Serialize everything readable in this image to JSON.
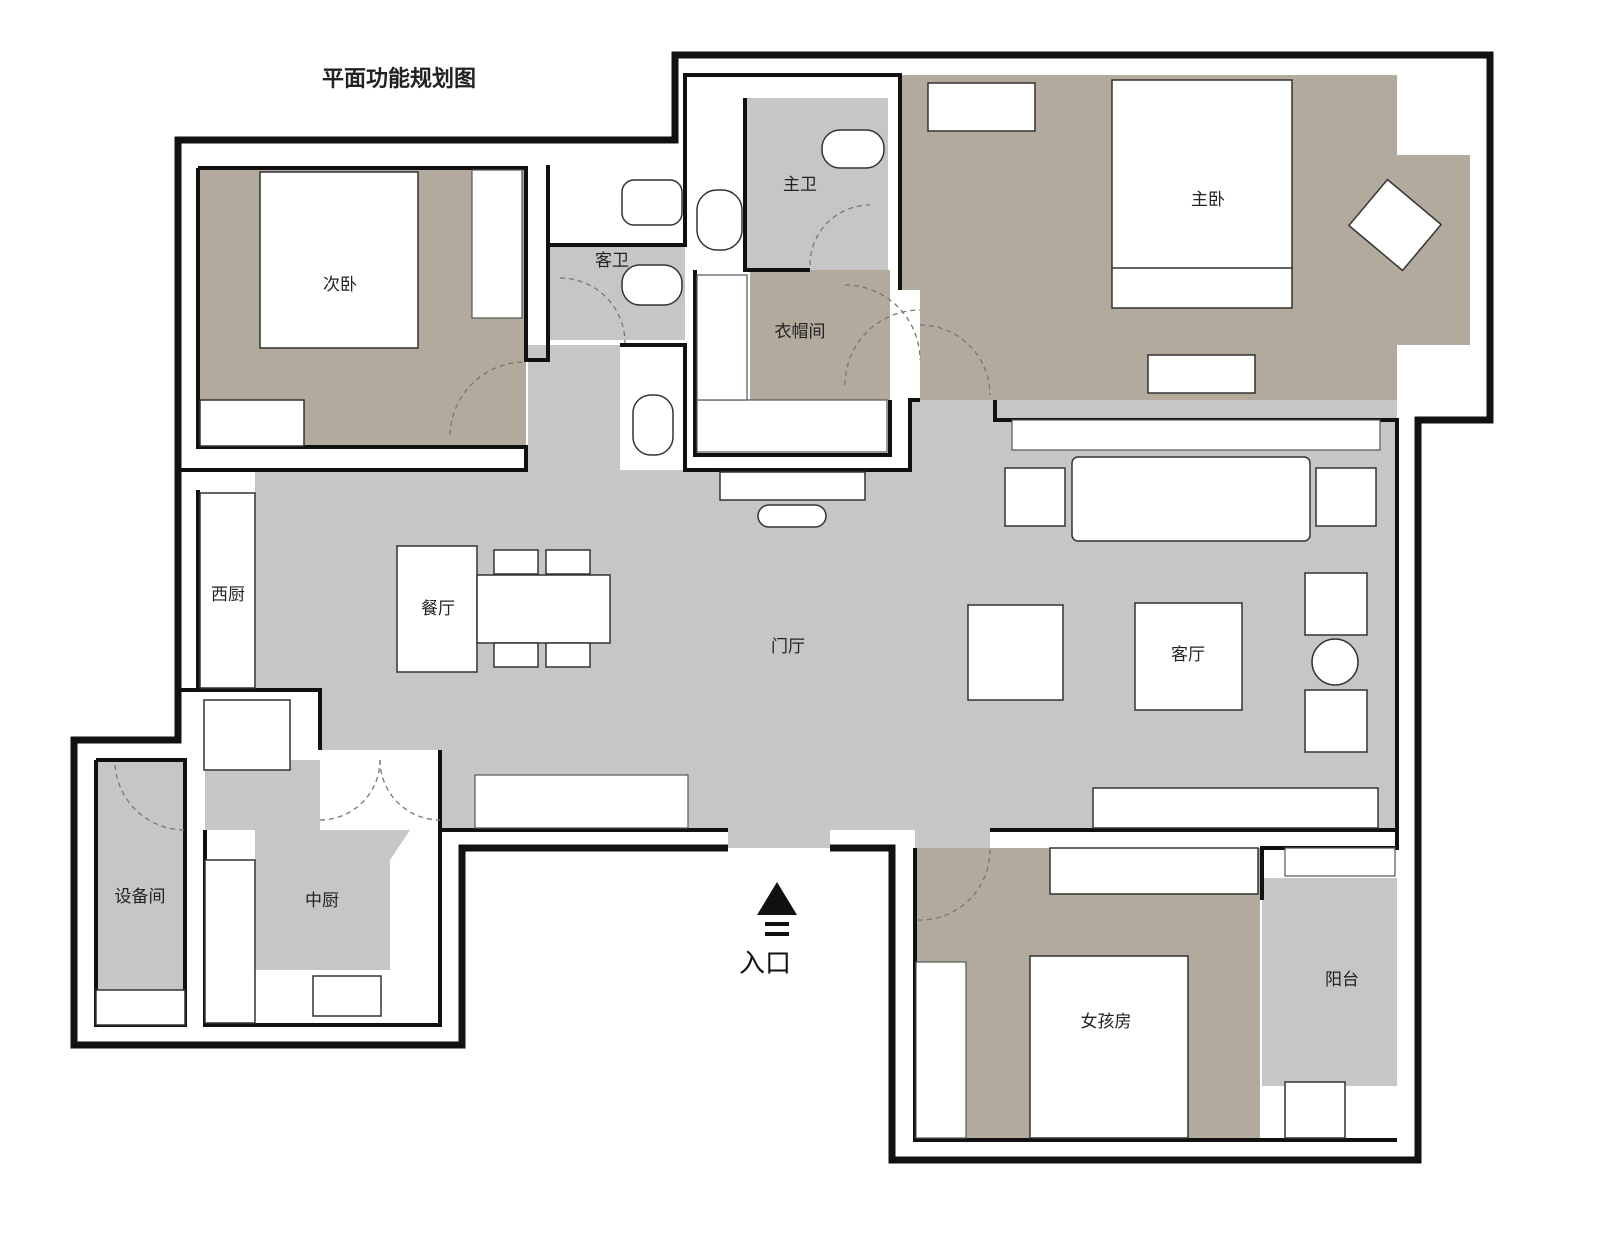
{
  "title": "平面功能规划图",
  "rooms": {
    "second_bedroom": "次卧",
    "guest_bath": "客卫",
    "master_bath": "主卫",
    "master_bedroom": "主卧",
    "cloakroom": "衣帽间",
    "western_kitchen": "西厨",
    "dining": "餐厅",
    "foyer": "门厅",
    "living": "客厅",
    "equipment": "设备间",
    "chinese_kitchen": "中厨",
    "girls_room": "女孩房",
    "balcony": "阳台"
  },
  "entrance": "入口",
  "colors": {
    "floor_gray": "#c6c6c6",
    "floor_taupe": "#b2aa9d",
    "wall": "#111111"
  }
}
